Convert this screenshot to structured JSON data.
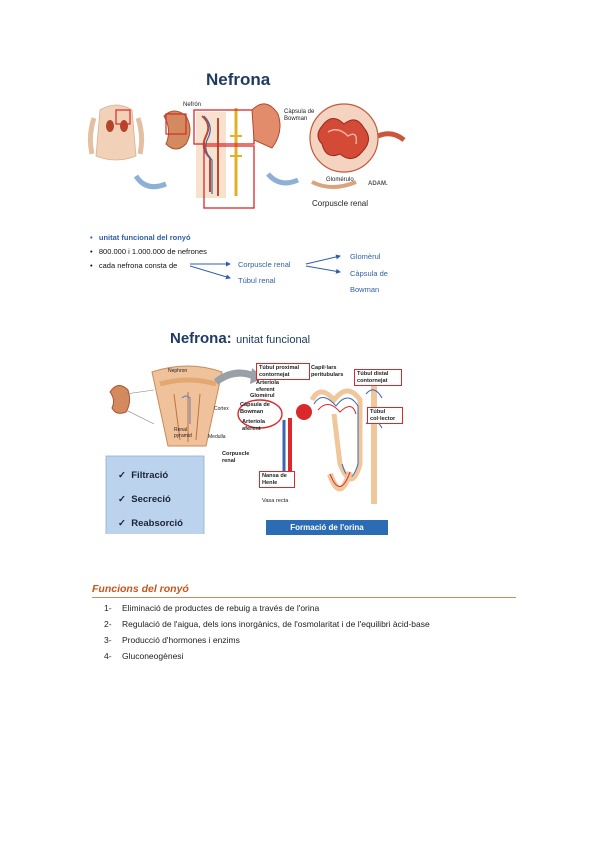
{
  "slide1": {
    "title": "Nefrona",
    "labels": {
      "nefron": "Nefrón",
      "capsula": "Càpsula de Bowman",
      "glomerulo": "Glomérulo",
      "adam": "ADAM.",
      "corpuscle": "Corpuscle renal"
    },
    "bullets": [
      "unitat funcional del ronyó",
      "800.000 i 1.000.000 de nefrones",
      "cada nefrona consta de"
    ],
    "branches": {
      "corpuscle": "Corpuscle renal",
      "tubul": "Túbul renal",
      "glomerul": "Glomèrul",
      "capsula_line1": "Càpsula de",
      "capsula_line2": "Bowman"
    }
  },
  "slide2": {
    "title": "Nefrona:",
    "subtitle": "unitat funcional",
    "left_labels": {
      "nephron": "Nephron",
      "cortex": "Cortex",
      "renal_pyramid": "Renal pyramid",
      "medulla": "Medulla"
    },
    "functions": [
      "Filtració",
      "Secreció",
      "Reabsorció"
    ],
    "diagram_labels": {
      "tubul_proximal": "Túbul proximal contornejat",
      "capil_lars": "Capil·lars peritubulars",
      "tubul_distal": "Túbul distal contornejat",
      "arteriola_eferent": "Arteriola eferent",
      "glomerul": "Glomèrul",
      "capsula": "Càpsula de Bowman",
      "arteriola_aferent": "Arteriola aferent",
      "corpuscle": "Corpuscle renal",
      "tubul_colector": "Túbul col·lector",
      "nansa": "Nansa de Henle",
      "vasa_recta": "Vasa recta"
    },
    "banner": "Formació de l'orina"
  },
  "section": {
    "title": "Funcions del ronyó",
    "items": [
      {
        "num": "1-",
        "text": "Eliminació de productes de rebuig a través de l'orina"
      },
      {
        "num": "2-",
        "text": "Regulació de l'aigua, dels ions inorgànics, de l'osmolaritat i de l'equilibri àcid-base"
      },
      {
        "num": "3-",
        "text": "Producció d'hormones i enzims"
      },
      {
        "num": "4-",
        "text": "Gluconeogènesi"
      }
    ]
  },
  "colors": {
    "title_blue": "#1f3b64",
    "accent_orange": "#c8551c",
    "highlight_red": "#d9292b",
    "banner_blue": "#2b6cb5",
    "box_blue": "#bcd3ee"
  }
}
